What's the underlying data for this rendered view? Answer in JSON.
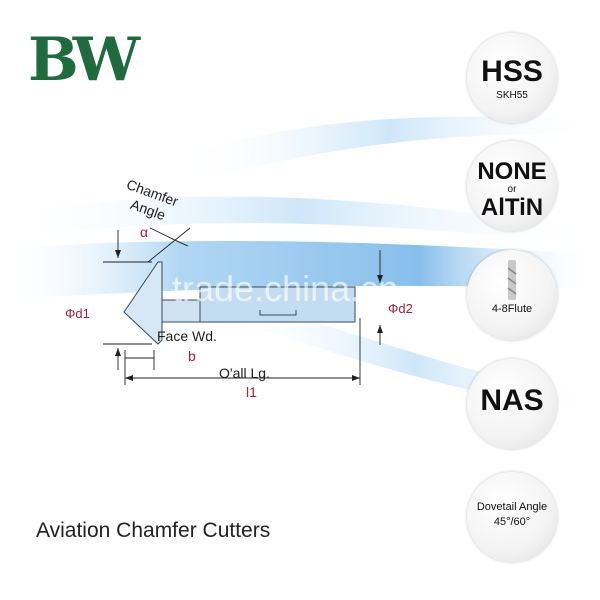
{
  "logo": {
    "text": "BW",
    "color": "#1f6b3d"
  },
  "badges": [
    {
      "main": "HSS",
      "sub": "SKH55"
    },
    {
      "top": "NONE",
      "middle": "or",
      "bottom": "AlTiN"
    },
    {
      "text": "4-8Flute"
    },
    {
      "main": "NAS"
    },
    {
      "line1": "Dovetail Angle",
      "line2": "45°/60°"
    }
  ],
  "diagram": {
    "chamfer_label": "Chamfer",
    "angle_label": "Angle",
    "alpha": "α",
    "d1": "Φd1",
    "d2": "Φd2",
    "face_label": "Face Wd.",
    "b": "b",
    "overall_label": "O'all Lg.",
    "l1": "l1"
  },
  "watermark": "trade.china.cn",
  "caption": "Aviation Chamfer Cutters"
}
